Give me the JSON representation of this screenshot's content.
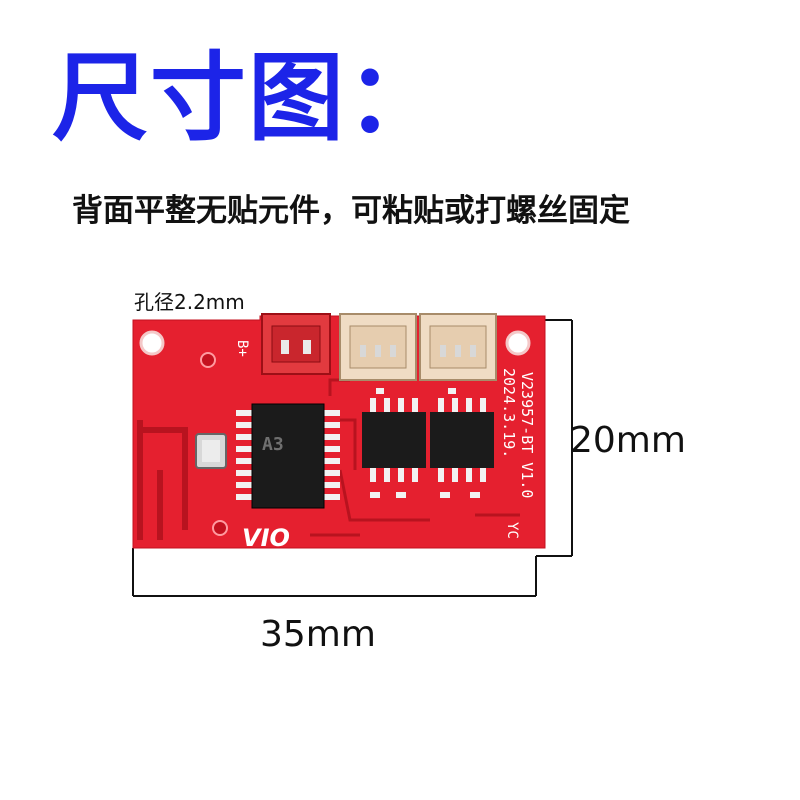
{
  "title": "尺寸图：",
  "subtitle": "背面平整无贴元件，可粘贴或打螺丝固定",
  "hole_label": "孔径2.2mm",
  "dimension_height": "20mm",
  "dimension_width": "35mm",
  "pcb": {
    "connector_label": "B+",
    "chip_marking": "A3",
    "model_line": "V23957-BT V1.0",
    "date_line": "2024.3.19.",
    "maker_mark": "YC",
    "logo_text": "VIO"
  },
  "colors": {
    "title": "#1c24e8",
    "board": "#e5202f",
    "silkscreen": "#ffffff",
    "chip": "#1b1b1b"
  }
}
